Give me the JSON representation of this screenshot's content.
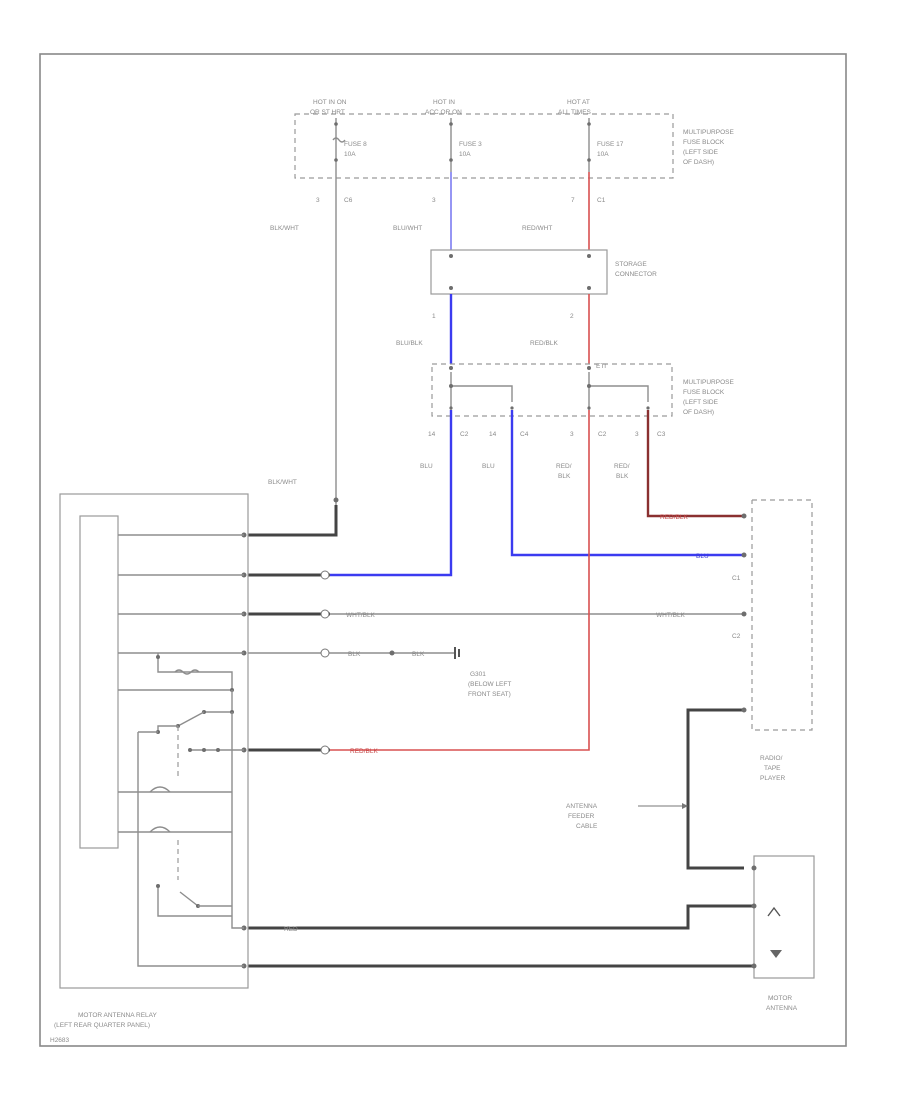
{
  "fuses": {
    "fuse8": {
      "hot": "HOT IN ON",
      "hot2": "OR ST HRT",
      "name": "FUSE 8",
      "amp": "10A",
      "pin": "3",
      "conn": "C6"
    },
    "fuse3": {
      "hot": "HOT IN",
      "hot2": "ACC OR ON",
      "name": "FUSE 3",
      "amp": "10A",
      "pin": "3",
      "conn": ""
    },
    "fuse17": {
      "hot": "HOT AT",
      "hot2": "ALL TIMES",
      "name": "FUSE 17",
      "amp": "10A",
      "pin": "7",
      "conn": "C1"
    }
  },
  "fuse_block_top": {
    "l1": "MULTIPURPOSE",
    "l2": "FUSE BLOCK",
    "l3": "(LEFT SIDE",
    "l4": "OF DASH)"
  },
  "fuse_block_bottom": {
    "l1": "MULTIPURPOSE",
    "l2": "FUSE BLOCK",
    "l3": "(LEFT SIDE",
    "l4": "OF DASH)",
    "pin": "ETI"
  },
  "storage": {
    "l1": "STORAGE",
    "l2": "CONNECTOR",
    "pin_left": "1",
    "pin_right": "2"
  },
  "wires": {
    "blk_wht_top": "BLK/WHT",
    "blu_wht": "BLU/WHT",
    "red_wht": "RED/WHT",
    "blu_blk": "BLU/BLK",
    "red_blk": "RED/BLK",
    "blu1": "BLU",
    "blu2": "BLU",
    "red1": "RED/",
    "red1b": "BLK",
    "red2": "RED/",
    "red2b": "BLK",
    "blk_wht_mid": "BLK/WHT",
    "wht_blk": "WHT/BLK",
    "wht_blk_r": "WHT/BLK",
    "blu_r": "BLU",
    "red_blk_r": "RED/BLK",
    "blk1": "BLK",
    "blk2": "BLK",
    "red_blk_m": "RED/BLK",
    "feed_tag": "RED"
  },
  "pins": {
    "p14a": "14",
    "c2a": "C2",
    "p14b": "14",
    "c4": "C4",
    "p3a": "3",
    "c2b": "C2",
    "p3b": "3",
    "c3": "C3"
  },
  "ground": {
    "name": "G301",
    "l1": "(BELOW LEFT",
    "l2": "FRONT SEAT)"
  },
  "radio": {
    "c1": "C1",
    "c2": "C2",
    "l1": "RADIO/",
    "l2": "TAPE",
    "l3": "PLAYER"
  },
  "feeder": {
    "l1": "ANTENNA",
    "l2": "FEEDER",
    "l3": "CABLE"
  },
  "antenna": {
    "l1": "MOTOR",
    "l2": "ANTENNA"
  },
  "relay": {
    "l1": "MOTOR ANTENNA RELAY",
    "l2": "(LEFT REAR QUARTER PANEL)"
  },
  "footer_code": "H2683"
}
